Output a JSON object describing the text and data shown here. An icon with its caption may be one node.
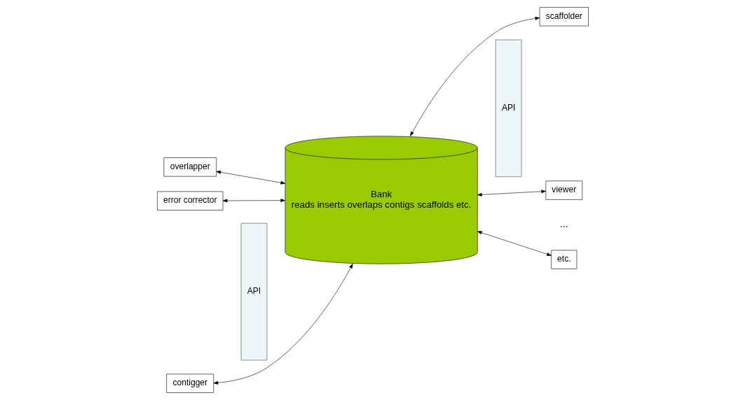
{
  "diagram": {
    "nodes": [
      {
        "text": [
          "overlapper"
        ]
      },
      {
        "text": [
          "error corrector"
        ]
      },
      {
        "text": [
          "contigger"
        ]
      },
      {
        "text": [
          "API"
        ]
      },
      {
        "text": [
          "Bank",
          "reads inserts overlaps contigs scaffolds etc."
        ]
      },
      {
        "text": [
          "API"
        ]
      },
      {
        "text": [
          "scaffolder"
        ]
      },
      {
        "text": [
          "viewer"
        ]
      },
      {
        "text": [
          "etc."
        ]
      }
    ],
    "edges": [
      {
        "from": 0,
        "to": 4,
        "arrow": "both"
      },
      {
        "from": 1,
        "to": 4,
        "arrow": "both"
      },
      {
        "from": 2,
        "to": 4,
        "arrow": "both"
      },
      {
        "from": 4,
        "to": 6,
        "arrow": "both"
      },
      {
        "from": 4,
        "to": 7,
        "arrow": "both"
      },
      {
        "from": 4,
        "to": 8,
        "arrow": "both"
      }
    ],
    "labels": [
      "..."
    ]
  }
}
